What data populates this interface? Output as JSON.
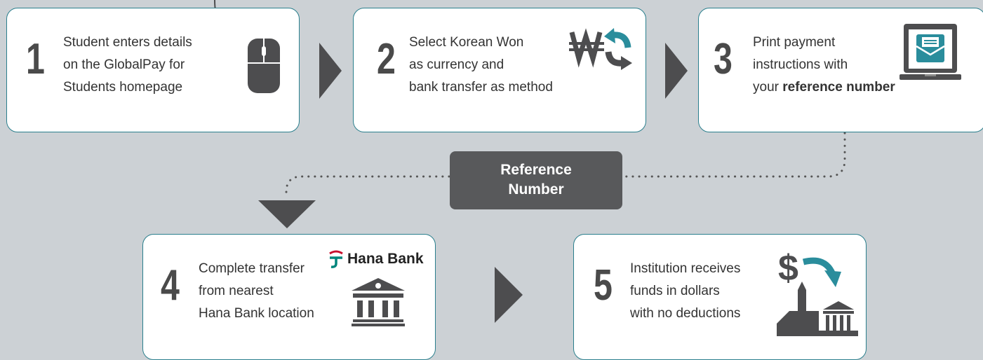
{
  "steps": [
    {
      "number": "1",
      "lines": [
        "Student enters details",
        "on the GlobalPay for",
        "Students homepage"
      ],
      "icon": "mouse-icon"
    },
    {
      "number": "2",
      "lines": [
        "Select Korean Won",
        "as currency and",
        "bank transfer as method"
      ],
      "icon": "won-exchange-icon"
    },
    {
      "number": "3",
      "lines": [
        "Print payment",
        "instructions with"
      ],
      "line3_prefix": "your ",
      "line3_bold": "reference number",
      "icon": "laptop-mail-icon"
    },
    {
      "number": "4",
      "lines": [
        "Complete transfer",
        "from nearest",
        "Hana Bank location"
      ],
      "icon": "bank-icon"
    },
    {
      "number": "5",
      "lines": [
        "Institution receives",
        "funds in dollars",
        "with no deductions"
      ],
      "icon": "dollar-institution-icon"
    }
  ],
  "reference_box": {
    "line1": "Reference",
    "line2": "Number"
  },
  "hana_logo_text": "Hana Bank",
  "colors": {
    "background": "#ccd1d5",
    "card_border": "#2a7f8d",
    "accent_teal": "#2a8d9c",
    "dark_gray": "#58595b",
    "arrow_gray": "#4d4d4f"
  }
}
